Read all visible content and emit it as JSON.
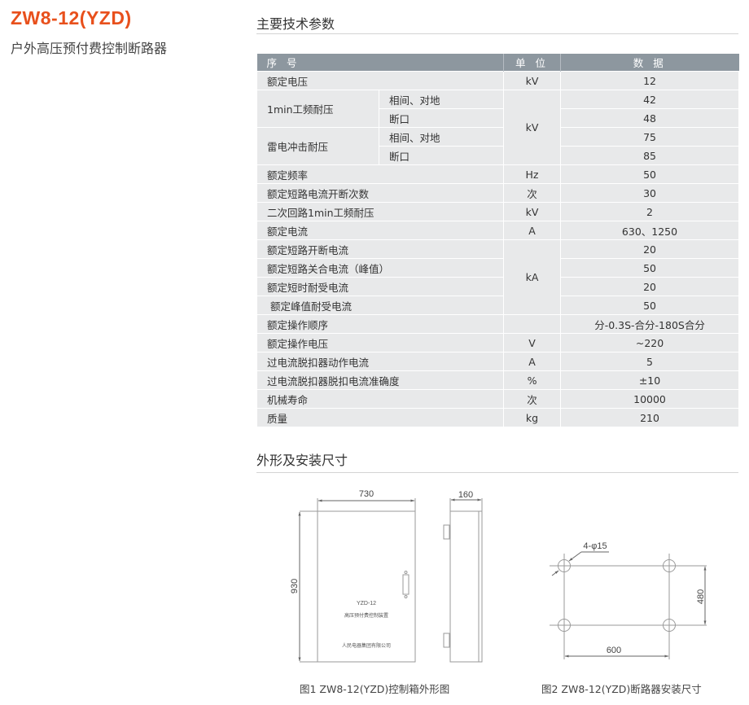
{
  "product": {
    "model": "ZW8-12(YZD)",
    "name": "户外高压预付费控制断路器"
  },
  "specs_section": {
    "title": "主要技术参数",
    "headers": {
      "item": "序 号",
      "unit": "单 位",
      "value": "数 据"
    },
    "rows": [
      {
        "item": "额定电压",
        "unit": "kV",
        "value": "12"
      },
      {
        "item": "1min工频耐压",
        "sub": "相间、对地",
        "unit": "kV",
        "value": "42"
      },
      {
        "sub": "断口",
        "value": "48"
      },
      {
        "item": "雷电冲击耐压",
        "sub": "相间、对地",
        "value": "75"
      },
      {
        "sub": "断口",
        "value": "85"
      },
      {
        "item": "额定频率",
        "unit": "Hz",
        "value": "50"
      },
      {
        "item": "额定短路电流开断次数",
        "unit": "次",
        "value": "30"
      },
      {
        "item": "二次回路1min工频耐压",
        "unit": "kV",
        "value": "2"
      },
      {
        "item": "额定电流",
        "unit": "A",
        "value": "630、1250"
      },
      {
        "item": "额定短路开断电流",
        "unit": "kA",
        "value": "20"
      },
      {
        "item": "额定短路关合电流（峰值）",
        "value": "50"
      },
      {
        "item": "额定短时耐受电流",
        "value": "20"
      },
      {
        "item": " 额定峰值耐受电流",
        "value": "50"
      },
      {
        "item": "额定操作顺序",
        "unit": "",
        "value": "分-0.3S-合分-180S合分"
      },
      {
        "item": "额定操作电压",
        "unit": "V",
        "value": "~220"
      },
      {
        "item": "过电流脱扣器动作电流",
        "unit": "A",
        "value": "5"
      },
      {
        "item": "过电流脱扣器脱扣电流准确度",
        "unit": "%",
        "value": "±10"
      },
      {
        "item": "机械寿命",
        "unit": "次",
        "value": "10000"
      },
      {
        "item": "质量",
        "unit": "kg",
        "value": "210"
      }
    ]
  },
  "dimensions_section": {
    "title": "外形及安装尺寸",
    "figure1": {
      "width_dim": "730",
      "height_dim": "930",
      "depth_dim": "160",
      "panel_model": "YZD-12",
      "panel_name": "高压预付费控制装置",
      "panel_maker": "人民电器集团有限公司",
      "caption": "图1 ZW8-12(YZD)控制箱外形图"
    },
    "figure2": {
      "hole_label": "4-φ15",
      "horizontal_dim": "600",
      "vertical_dim": "480",
      "caption": "图2 ZW8-12(YZD)断路器安装尺寸"
    }
  },
  "colors": {
    "accent": "#e8501c",
    "table_header": "#8d979f",
    "table_cell": "#e8e9ea",
    "drawing_line": "#9a9a9a"
  }
}
